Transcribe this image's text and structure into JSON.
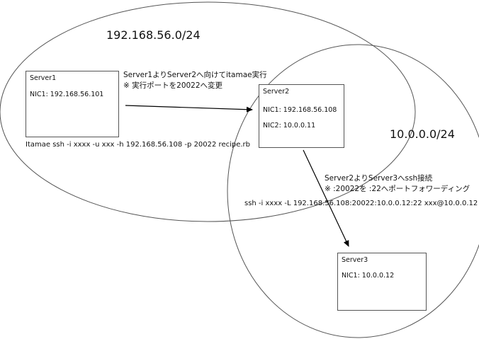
{
  "networks": [
    {
      "id": "net-a",
      "label": "192.168.56.0/24"
    },
    {
      "id": "net-b",
      "label": "10.0.0.0/24"
    }
  ],
  "servers": [
    {
      "id": "server1",
      "name": "Server1",
      "nics": [
        "NIC1: 192.168.56.101"
      ]
    },
    {
      "id": "server2",
      "name": "Server2",
      "nics": [
        "NIC1: 192.168.56.108",
        "NIC2: 10.0.0.11"
      ]
    },
    {
      "id": "server3",
      "name": "Server3",
      "nics": [
        "NIC1: 10.0.0.12"
      ]
    }
  ],
  "annotations": {
    "itamae_note_line1": "Server1よりServer2へ向けてitamae実行",
    "itamae_note_line2": "※ 実行ポートを20022へ変更",
    "itamae_command": "Itamae ssh -i xxxx -u xxx -h 192.168.56.108 -p 20022 recipe.rb",
    "ssh_note_line1": "Server2よりServer3へssh接続",
    "ssh_note_line2": "※ :20022を :22へポートフォワーディング",
    "ssh_command": "ssh -i xxxx -L 192.168.56.108:20022:10.0.0.12:22 xxx@10.0.0.12"
  },
  "colors": {
    "stroke": "#555555",
    "arrow": "#000000",
    "text": "#111111"
  }
}
